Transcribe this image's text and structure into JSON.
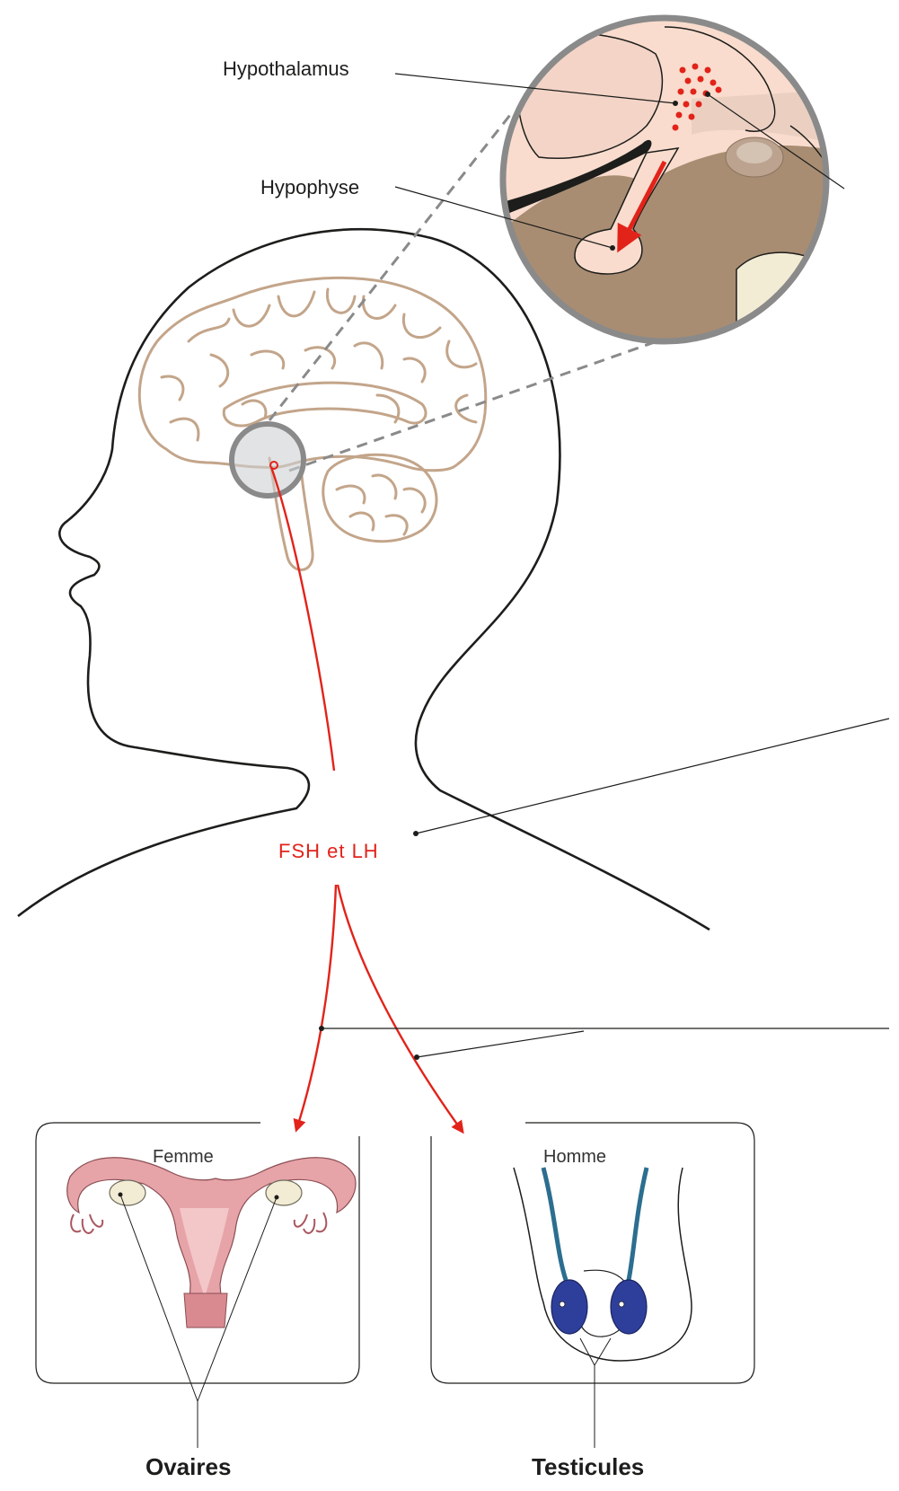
{
  "labels": {
    "hypothalamus": "Hypothalamus",
    "hypophyse": "Hypophyse",
    "hormones": "FSH et LH",
    "femme": "Femme",
    "homme": "Homme",
    "ovaires": "Ovaires",
    "testicules": "Testicules"
  },
  "colors": {
    "outline": "#1d1d1b",
    "brain": "#c3a58a",
    "hormone_red": "#e2231a",
    "zoom_ring": "#8a8a8a",
    "tissue_pink": "#f9dccd",
    "tissue_brown": "#a88d73",
    "uterus": "#e6a3a8",
    "ovary": "#f3ecd5",
    "testis_blue": "#2e3f9b",
    "duct_blue": "#2c6e8f"
  }
}
